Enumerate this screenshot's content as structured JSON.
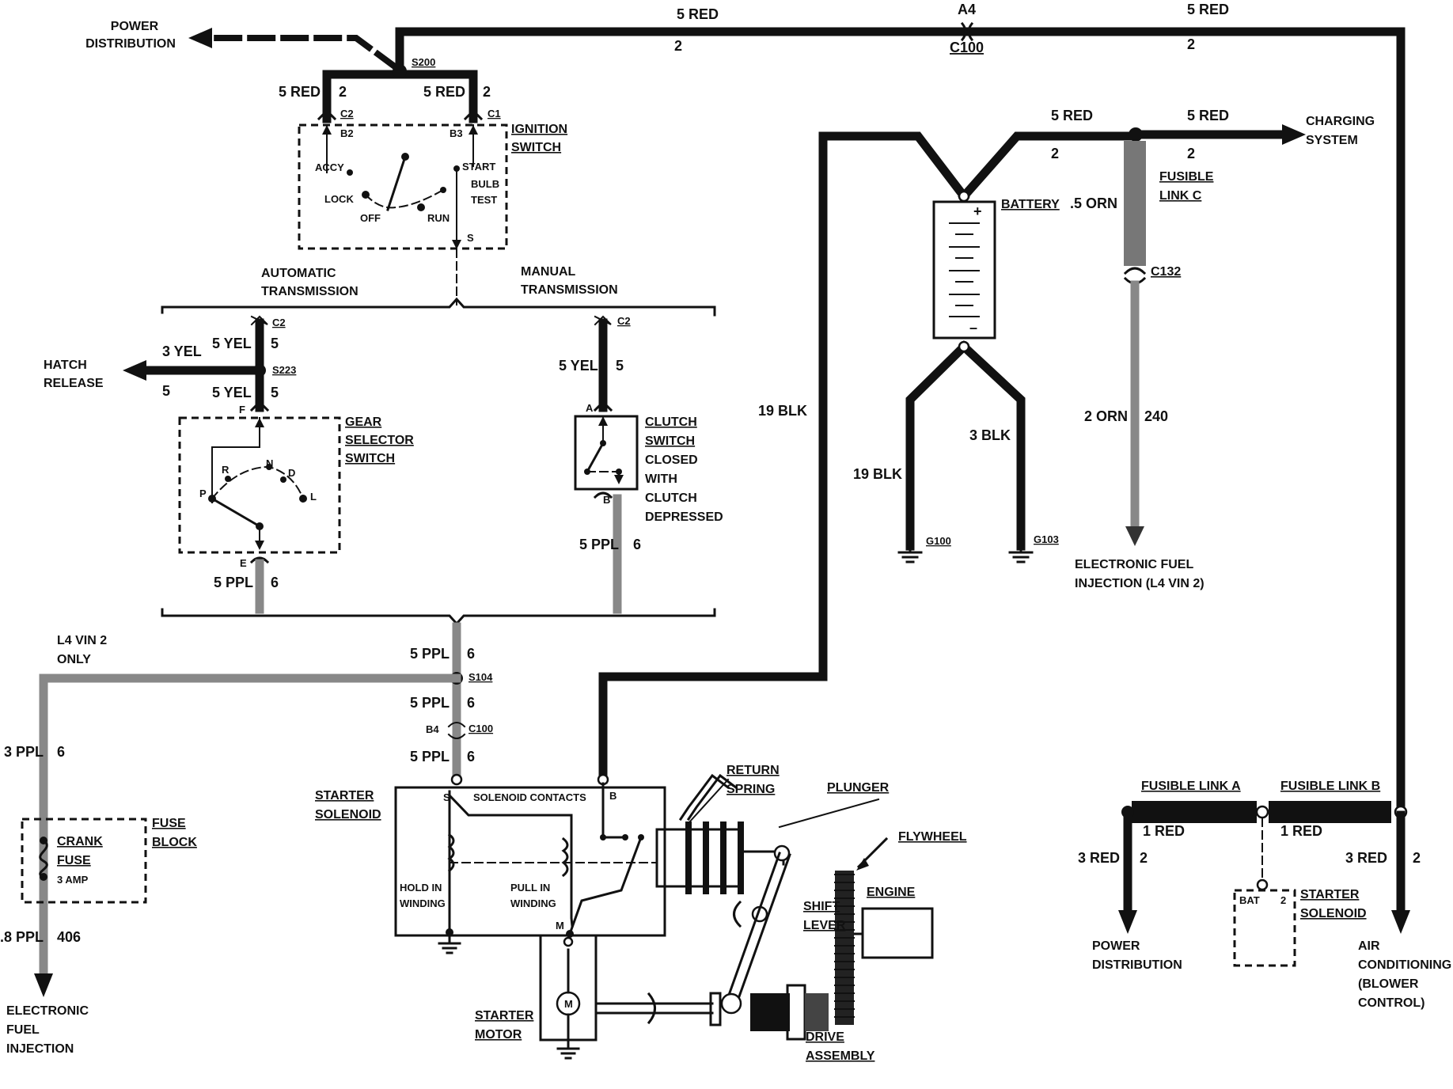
{
  "labels": {
    "power_distribution_top": [
      "POWER",
      "DISTRIBUTION"
    ],
    "wire_5red": "5 RED",
    "wire_1red": "1 RED",
    "wire_3red": "3 RED",
    "circuit_2": "2",
    "a4": "A4",
    "c100": "C100",
    "s200": "S200",
    "c1": "C1",
    "c2": "C2",
    "b2": "B2",
    "b3": "B3",
    "ignition_switch": [
      "IGNITION",
      "SWITCH"
    ],
    "accy": "ACCY",
    "lock": "LOCK",
    "off": "OFF",
    "run": "RUN",
    "start": "START",
    "bulb_test": [
      "BULB",
      "TEST"
    ],
    "s": "S",
    "automatic_transmission": [
      "AUTOMATIC",
      "TRANSMISSION"
    ],
    "manual_transmission": [
      "MANUAL",
      "TRANSMISSION"
    ],
    "wire_3yel": "3 YEL",
    "wire_5yel": "5 YEL",
    "circuit_5": "5",
    "hatch_release": [
      "HATCH",
      "RELEASE"
    ],
    "s223": "S223",
    "f": "F",
    "e": "E",
    "a": "A",
    "b": "B",
    "gear_selector_switch": [
      "GEAR",
      "SELECTOR",
      "SWITCH"
    ],
    "gear_p": "P",
    "gear_r": "R",
    "gear_n": "N",
    "gear_d": "D",
    "gear_l": "L",
    "clutch_switch": [
      "CLUTCH",
      "SWITCH",
      "CLOSED",
      "WITH",
      "CLUTCH",
      "DEPRESSED"
    ],
    "wire_5ppl": "5 PPL",
    "wire_3ppl": "3 PPL",
    "wire_8ppl": ".8 PPL",
    "circuit_6": "6",
    "circuit_406": "406",
    "l4_vin2_only": [
      "L4 VIN 2",
      "ONLY"
    ],
    "s104": "S104",
    "b4": "B4",
    "crank_fuse": [
      "CRANK",
      "FUSE",
      "3 AMP"
    ],
    "fuse_block": [
      "FUSE",
      "BLOCK"
    ],
    "electronic_fuel_injection_left": [
      "ELECTRONIC",
      "FUEL",
      "INJECTION"
    ],
    "starter_solenoid": [
      "STARTER",
      "SOLENOID"
    ],
    "solenoid_contacts": "SOLENOID CONTACTS",
    "hold_in_winding": [
      "HOLD IN",
      "WINDING"
    ],
    "pull_in_winding": [
      "PULL IN",
      "WINDING"
    ],
    "m": "M",
    "starter_motor": [
      "STARTER",
      "MOTOR"
    ],
    "motor_symbol": "M",
    "return_spring": [
      "RETURN",
      "SPRING"
    ],
    "plunger": "PLUNGER",
    "flywheel": "FLYWHEEL",
    "engine": "ENGINE",
    "shift_lever": [
      "SHIFT",
      "LEVER"
    ],
    "drive_assembly": [
      "DRIVE",
      "ASSEMBLY"
    ],
    "wire_19blk": "19 BLK",
    "wire_3blk": "3 BLK",
    "battery": "BATTERY",
    "plus": "+",
    "minus": "–",
    "g100": "G100",
    "g103": "G103",
    "wire_05orn": ".5 ORN",
    "wire_2orn": "2 ORN",
    "circuit_240": "240",
    "fusible_link_c": [
      "FUSIBLE",
      "LINK C"
    ],
    "c132": "C132",
    "charging_system": [
      "CHARGING",
      "SYSTEM"
    ],
    "efi_l4": [
      "ELECTRONIC FUEL",
      "INJECTION (L4 VIN 2)"
    ],
    "fusible_link_a": "FUSIBLE LINK A",
    "fusible_link_b": "FUSIBLE LINK B",
    "bat": "BAT",
    "starter_solenoid_right": [
      "STARTER",
      "SOLENOID"
    ],
    "power_distribution_bottom": [
      "POWER",
      "DISTRIBUTION"
    ],
    "air_conditioning": [
      "AIR",
      "CONDITIONING",
      "(BLOWER",
      "CONTROL)"
    ]
  }
}
